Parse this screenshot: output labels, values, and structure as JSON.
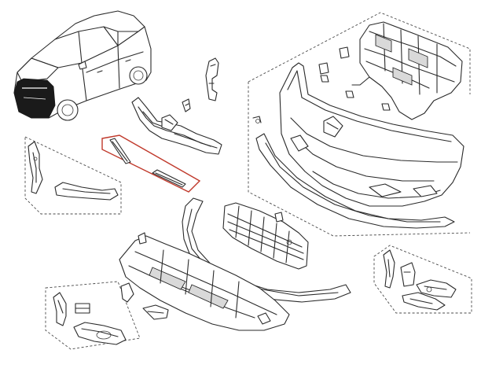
{
  "diagram": {
    "highlight": {
      "color": "#c0392b",
      "group": "upper-grille-trim-strips"
    },
    "line_color": "#2a2a2a",
    "background": "#ffffff",
    "groups": [
      {
        "name": "vehicle"
      },
      {
        "name": "front-grille-assembly"
      },
      {
        "name": "upper-grille-trim-strips"
      },
      {
        "name": "front-bumper-assembly"
      },
      {
        "name": "bumper-reinforcement-frame"
      },
      {
        "name": "left-side-brackets"
      },
      {
        "name": "lower-grille"
      },
      {
        "name": "front-spoiler-strip"
      },
      {
        "name": "underbody-shield"
      },
      {
        "name": "lower-lamp-bezels"
      },
      {
        "name": "right-side-brackets"
      }
    ]
  }
}
